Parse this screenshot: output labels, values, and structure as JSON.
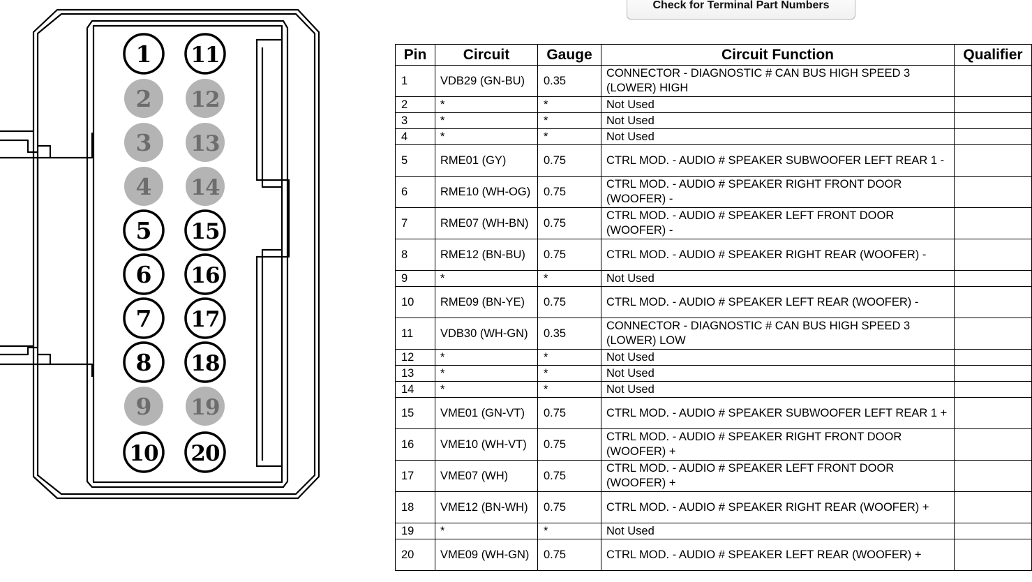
{
  "button": {
    "label": "Check for Terminal Part Numbers"
  },
  "connector": {
    "pins": [
      {
        "label": "1",
        "used": true
      },
      {
        "label": "11",
        "used": true
      },
      {
        "label": "2",
        "used": false
      },
      {
        "label": "12",
        "used": false
      },
      {
        "label": "3",
        "used": false
      },
      {
        "label": "13",
        "used": false
      },
      {
        "label": "4",
        "used": false
      },
      {
        "label": "14",
        "used": false
      },
      {
        "label": "5",
        "used": true
      },
      {
        "label": "15",
        "used": true
      },
      {
        "label": "6",
        "used": true
      },
      {
        "label": "16",
        "used": true
      },
      {
        "label": "7",
        "used": true
      },
      {
        "label": "17",
        "used": true
      },
      {
        "label": "8",
        "used": true
      },
      {
        "label": "18",
        "used": true
      },
      {
        "label": "9",
        "used": false
      },
      {
        "label": "19",
        "used": false
      },
      {
        "label": "10",
        "used": true
      },
      {
        "label": "20",
        "used": true
      }
    ],
    "colors": {
      "used_fill": "#ffffff",
      "unused_fill": "#b4b4b4",
      "unused_text": "#6d6d6d",
      "outline": "#000000"
    }
  },
  "table": {
    "headers": [
      "Pin",
      "Circuit",
      "Gauge",
      "Circuit Function",
      "Qualifier"
    ],
    "rows": [
      [
        "1",
        "VDB29 (GN-BU)",
        "0.35",
        "CONNECTOR - DIAGNOSTIC # CAN BUS HIGH SPEED 3 (LOWER) HIGH",
        ""
      ],
      [
        "2",
        "*",
        "*",
        "Not Used",
        ""
      ],
      [
        "3",
        "*",
        "*",
        "Not Used",
        ""
      ],
      [
        "4",
        "*",
        "*",
        "Not Used",
        ""
      ],
      [
        "5",
        "RME01 (GY)",
        "0.75",
        "CTRL MOD. - AUDIO # SPEAKER SUBWOOFER LEFT REAR 1 -",
        ""
      ],
      [
        "6",
        "RME10 (WH-OG)",
        "0.75",
        "CTRL MOD. - AUDIO # SPEAKER RIGHT FRONT DOOR (WOOFER) -",
        ""
      ],
      [
        "7",
        "RME07 (WH-BN)",
        "0.75",
        "CTRL MOD. - AUDIO # SPEAKER LEFT FRONT DOOR (WOOFER) -",
        ""
      ],
      [
        "8",
        "RME12 (BN-BU)",
        "0.75",
        "CTRL MOD. - AUDIO # SPEAKER RIGHT REAR (WOOFER) -",
        ""
      ],
      [
        "9",
        "*",
        "*",
        "Not Used",
        ""
      ],
      [
        "10",
        "RME09 (BN-YE)",
        "0.75",
        "CTRL MOD. - AUDIO # SPEAKER LEFT REAR (WOOFER) -",
        ""
      ],
      [
        "11",
        "VDB30 (WH-GN)",
        "0.35",
        "CONNECTOR - DIAGNOSTIC # CAN BUS HIGH SPEED 3 (LOWER) LOW",
        ""
      ],
      [
        "12",
        "*",
        "*",
        "Not Used",
        ""
      ],
      [
        "13",
        "*",
        "*",
        "Not Used",
        ""
      ],
      [
        "14",
        "*",
        "*",
        "Not Used",
        ""
      ],
      [
        "15",
        "VME01 (GN-VT)",
        "0.75",
        "CTRL MOD. - AUDIO # SPEAKER SUBWOOFER LEFT REAR 1 +",
        ""
      ],
      [
        "16",
        "VME10 (WH-VT)",
        "0.75",
        "CTRL MOD. - AUDIO # SPEAKER RIGHT FRONT DOOR (WOOFER) +",
        ""
      ],
      [
        "17",
        "VME07 (WH)",
        "0.75",
        "CTRL MOD. - AUDIO # SPEAKER LEFT FRONT DOOR (WOOFER) +",
        ""
      ],
      [
        "18",
        "VME12 (BN-WH)",
        "0.75",
        "CTRL MOD. - AUDIO # SPEAKER RIGHT REAR (WOOFER) +",
        ""
      ],
      [
        "19",
        "*",
        "*",
        "Not Used",
        ""
      ],
      [
        "20",
        "VME09 (WH-GN)",
        "0.75",
        "CTRL MOD. - AUDIO # SPEAKER LEFT REAR (WOOFER) +",
        ""
      ]
    ]
  }
}
